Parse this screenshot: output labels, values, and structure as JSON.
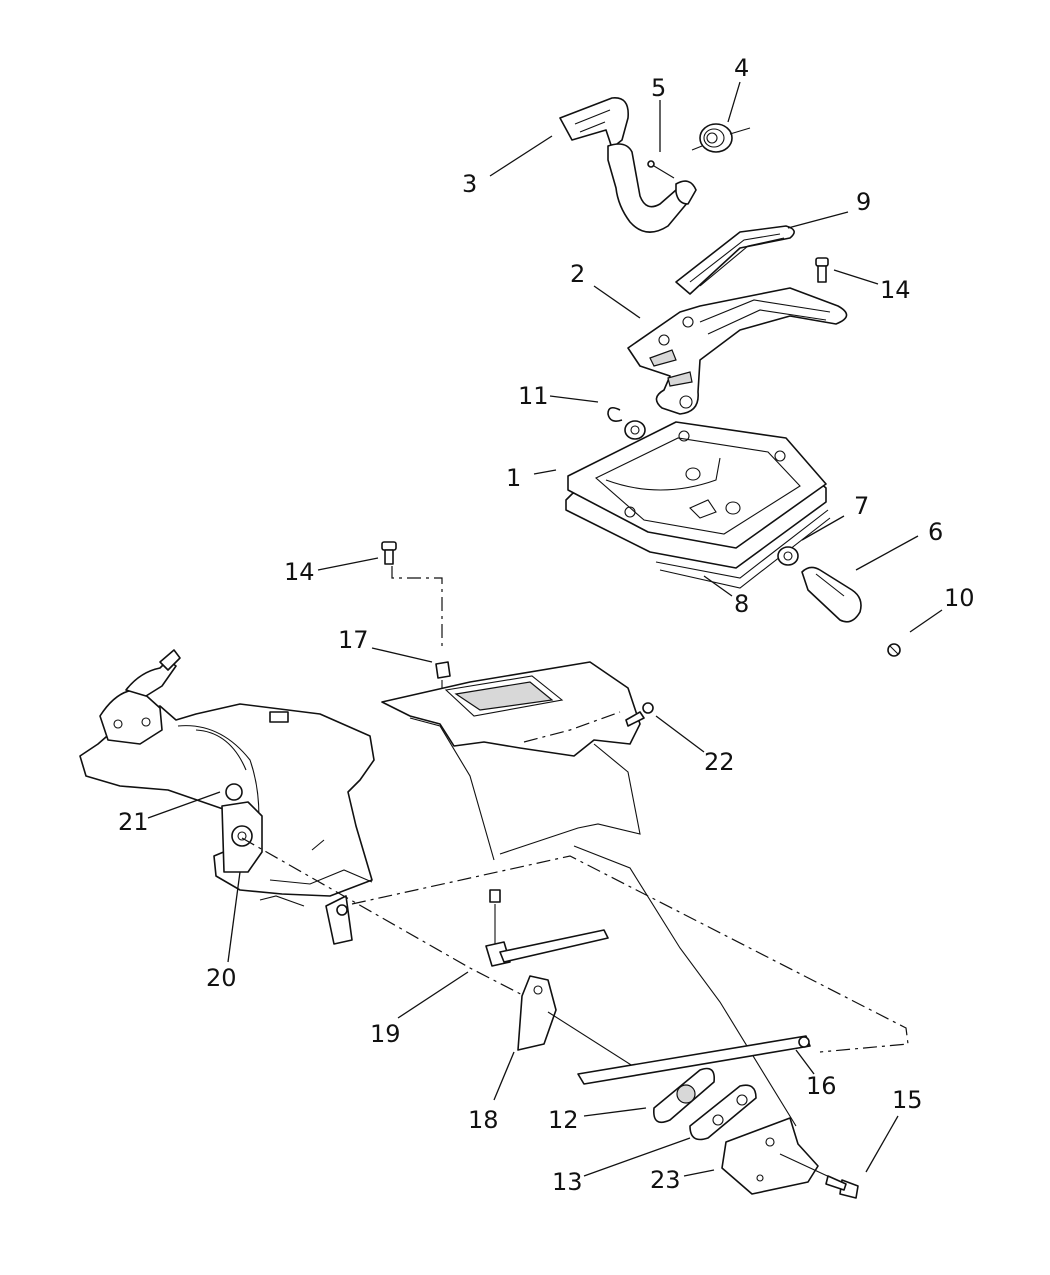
{
  "callouts": [
    {
      "id": "c1",
      "label": "1"
    },
    {
      "id": "c2",
      "label": "2"
    },
    {
      "id": "c3",
      "label": "3"
    },
    {
      "id": "c4",
      "label": "4"
    },
    {
      "id": "c5",
      "label": "5"
    },
    {
      "id": "c6",
      "label": "6"
    },
    {
      "id": "c7",
      "label": "7"
    },
    {
      "id": "c8",
      "label": "8"
    },
    {
      "id": "c9",
      "label": "9"
    },
    {
      "id": "c10",
      "label": "10"
    },
    {
      "id": "c11",
      "label": "11"
    },
    {
      "id": "c12",
      "label": "12"
    },
    {
      "id": "c13",
      "label": "13"
    },
    {
      "id": "c14a",
      "label": "14"
    },
    {
      "id": "c14b",
      "label": "14"
    },
    {
      "id": "c15",
      "label": "15"
    },
    {
      "id": "c16",
      "label": "16"
    },
    {
      "id": "c17",
      "label": "17"
    },
    {
      "id": "c18",
      "label": "18"
    },
    {
      "id": "c19",
      "label": "19"
    },
    {
      "id": "c20",
      "label": "20"
    },
    {
      "id": "c21",
      "label": "21"
    },
    {
      "id": "c22",
      "label": "22"
    },
    {
      "id": "c23",
      "label": "23"
    }
  ]
}
